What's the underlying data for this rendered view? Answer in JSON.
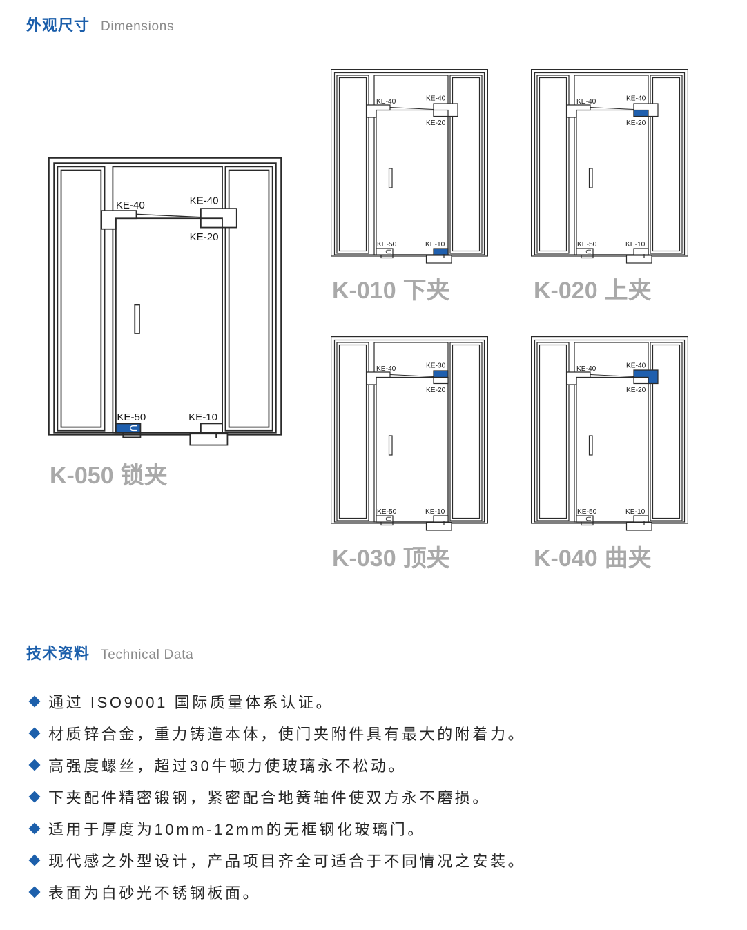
{
  "sections": {
    "dimensions": {
      "title_cn": "外观尺寸",
      "title_en": "Dimensions"
    },
    "technical": {
      "title_cn": "技术资料",
      "title_en": "Technical Data"
    }
  },
  "colors": {
    "accent": "#1c5fab",
    "highlight": "#1f5fae",
    "caption": "#a9a9a9",
    "line": "#2a2a2a",
    "label": "#1a1a1a",
    "rule": "#c9c9c9",
    "text": "#262626"
  },
  "diagrams": [
    {
      "model": "K-050",
      "name": "锁夹",
      "clamps": {
        "top_left": {
          "label": "KE-40",
          "highlighted": false
        },
        "top_right": {
          "label": "KE-40",
          "highlighted": false
        },
        "top_right_lower": {
          "label": "KE-20",
          "highlighted": false
        },
        "bottom_left": {
          "label": "KE-50",
          "highlighted": true
        },
        "bottom_right": {
          "label": "KE-10",
          "highlighted": false
        }
      }
    },
    {
      "model": "K-010",
      "name": "下夹",
      "clamps": {
        "top_left": {
          "label": "KE-40",
          "highlighted": false
        },
        "top_right": {
          "label": "KE-40",
          "highlighted": false
        },
        "top_right_lower": {
          "label": "KE-20",
          "highlighted": false
        },
        "bottom_left": {
          "label": "KE-50",
          "highlighted": false
        },
        "bottom_right": {
          "label": "KE-10",
          "highlighted": true
        }
      }
    },
    {
      "model": "K-020",
      "name": "上夹",
      "clamps": {
        "top_left": {
          "label": "KE-40",
          "highlighted": false
        },
        "top_right": {
          "label": "KE-40",
          "highlighted": false
        },
        "top_right_lower": {
          "label": "KE-20",
          "highlighted": true
        },
        "bottom_left": {
          "label": "KE-50",
          "highlighted": false
        },
        "bottom_right": {
          "label": "KE-10",
          "highlighted": false
        }
      }
    },
    {
      "model": "K-030",
      "name": "顶夹",
      "clamps": {
        "top_left": {
          "label": "KE-40",
          "highlighted": false
        },
        "top_right": {
          "label": "KE-30",
          "highlighted": true
        },
        "top_right_lower": {
          "label": "KE-20",
          "highlighted": false
        },
        "bottom_left": {
          "label": "KE-50",
          "highlighted": false
        },
        "bottom_right": {
          "label": "KE-10",
          "highlighted": false
        }
      }
    },
    {
      "model": "K-040",
      "name": "曲夹",
      "clamps": {
        "top_left": {
          "label": "KE-40",
          "highlighted": false
        },
        "top_right": {
          "label": "KE-40",
          "highlighted": true
        },
        "top_right_lower": {
          "label": "KE-20",
          "highlighted": false
        },
        "bottom_left": {
          "label": "KE-50",
          "highlighted": false
        },
        "bottom_right": {
          "label": "KE-10",
          "highlighted": false
        }
      }
    }
  ],
  "features": [
    "通过 ISO9001 国际质量体系认证。",
    "材质锌合金，重力铸造本体，使门夹附件具有最大的附着力。",
    "高强度螺丝，超过30牛顿力使玻璃永不松动。",
    "下夹配件精密锻钢，紧密配合地簧轴件使双方永不磨损。",
    "适用于厚度为10mm-12mm的无框钢化玻璃门。",
    "现代感之外型设计，产品项目齐全可适合于不同情况之安装。",
    "表面为白砂光不锈钢板面。"
  ]
}
